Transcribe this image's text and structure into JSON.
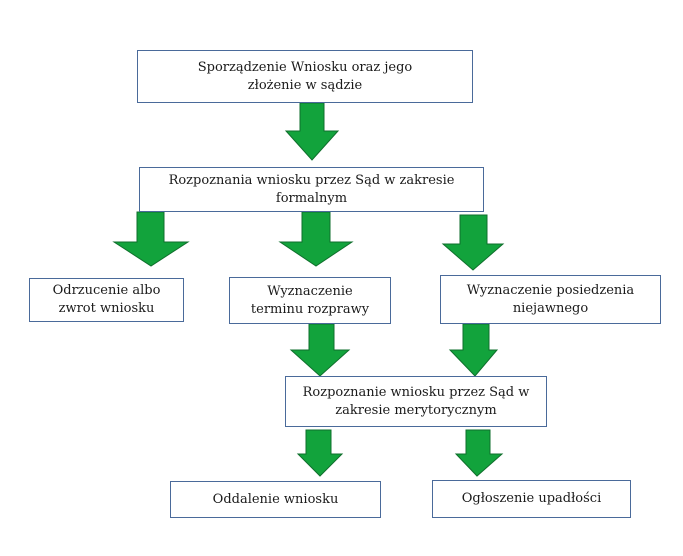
{
  "boxes": {
    "step1": "Sporządzenie Wniosku oraz jego złożenie w sądzie",
    "step2": "Rozpoznania wniosku przez Sąd w zakresie formalnym",
    "reject": "Odrzucenie albo zwrot wniosku",
    "hearing": "Wyznaczenie terminu rozprawy",
    "closed_session": "Wyznaczenie posiedzenia niejawnego",
    "merits": "Rozpoznanie wniosku przez Sąd w zakresie merytorycznym",
    "dismiss": "Oddalenie wniosku",
    "bankruptcy": "Ogłoszenie upadłości"
  },
  "colors": {
    "arrow_fill": "#12a33c",
    "arrow_stroke": "#0f6f2c",
    "box_border": "#4a6a9a"
  }
}
